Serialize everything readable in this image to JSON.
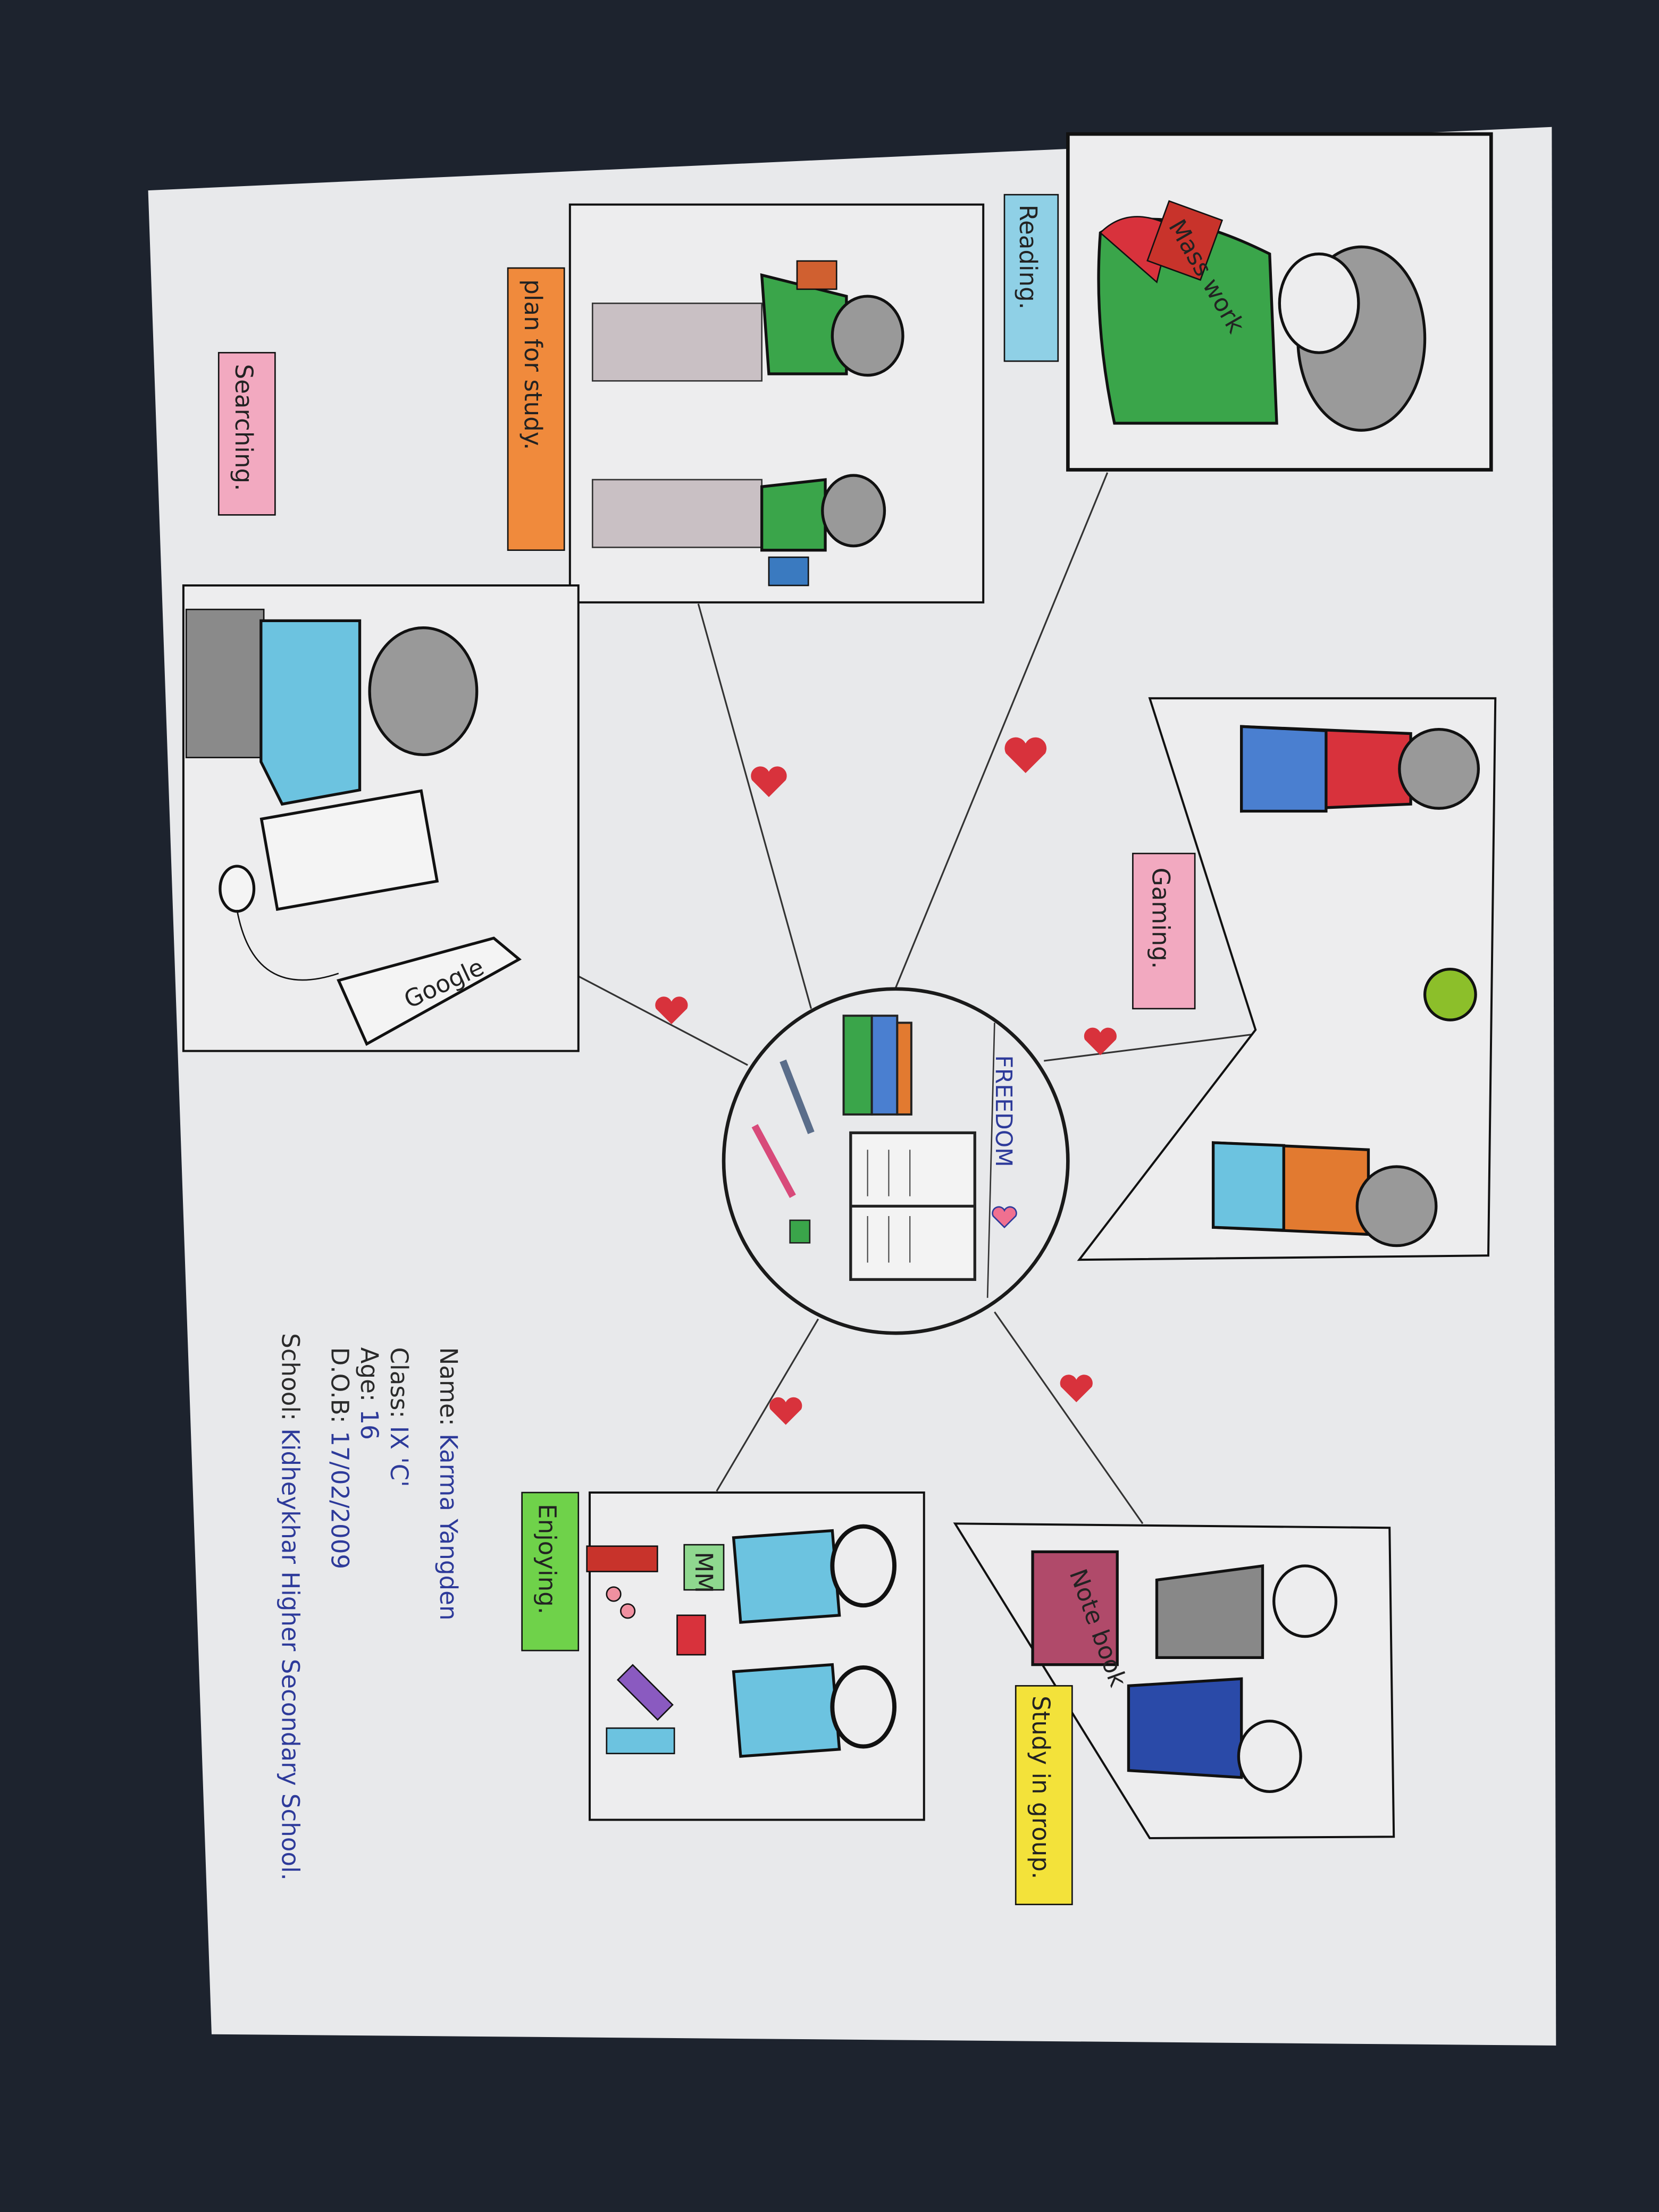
{
  "poster": {
    "center_title": "FREEDOM",
    "labels": {
      "reading": "Reading.",
      "plan_for_study": "plan for study.",
      "searching": "Searching.",
      "gaming": "Gaming.",
      "study_in_group": "Study in group.",
      "enjoying": "Enjoying."
    },
    "drawing_text": {
      "book_reading": "Mass work",
      "laptop_screen": "Google",
      "note_book": "Note book",
      "snack": "MM"
    },
    "info": {
      "name_key": "Name:",
      "name_value": "Karma Yangden",
      "class_key": "Class:",
      "class_value": "IX 'C'",
      "age_key": "Age:",
      "age_value": "16",
      "dob_key": "D.O.B:",
      "dob_value": "17/02/2009",
      "school_key": "School:",
      "school_value": "Kidheykhar Higher Secondary School."
    }
  },
  "colors": {
    "background": "#1d232e",
    "paper": "#e8e9eb",
    "green": "#3aa54a",
    "red": "#d8323c",
    "blue_tag": "#8fd0e6",
    "orange_tag": "#f08a3c",
    "pink_tag": "#f2a9c0",
    "yellow_tag": "#f3e23a",
    "lime_tag": "#6fd24a",
    "ink_blue": "#2d3a9a"
  }
}
